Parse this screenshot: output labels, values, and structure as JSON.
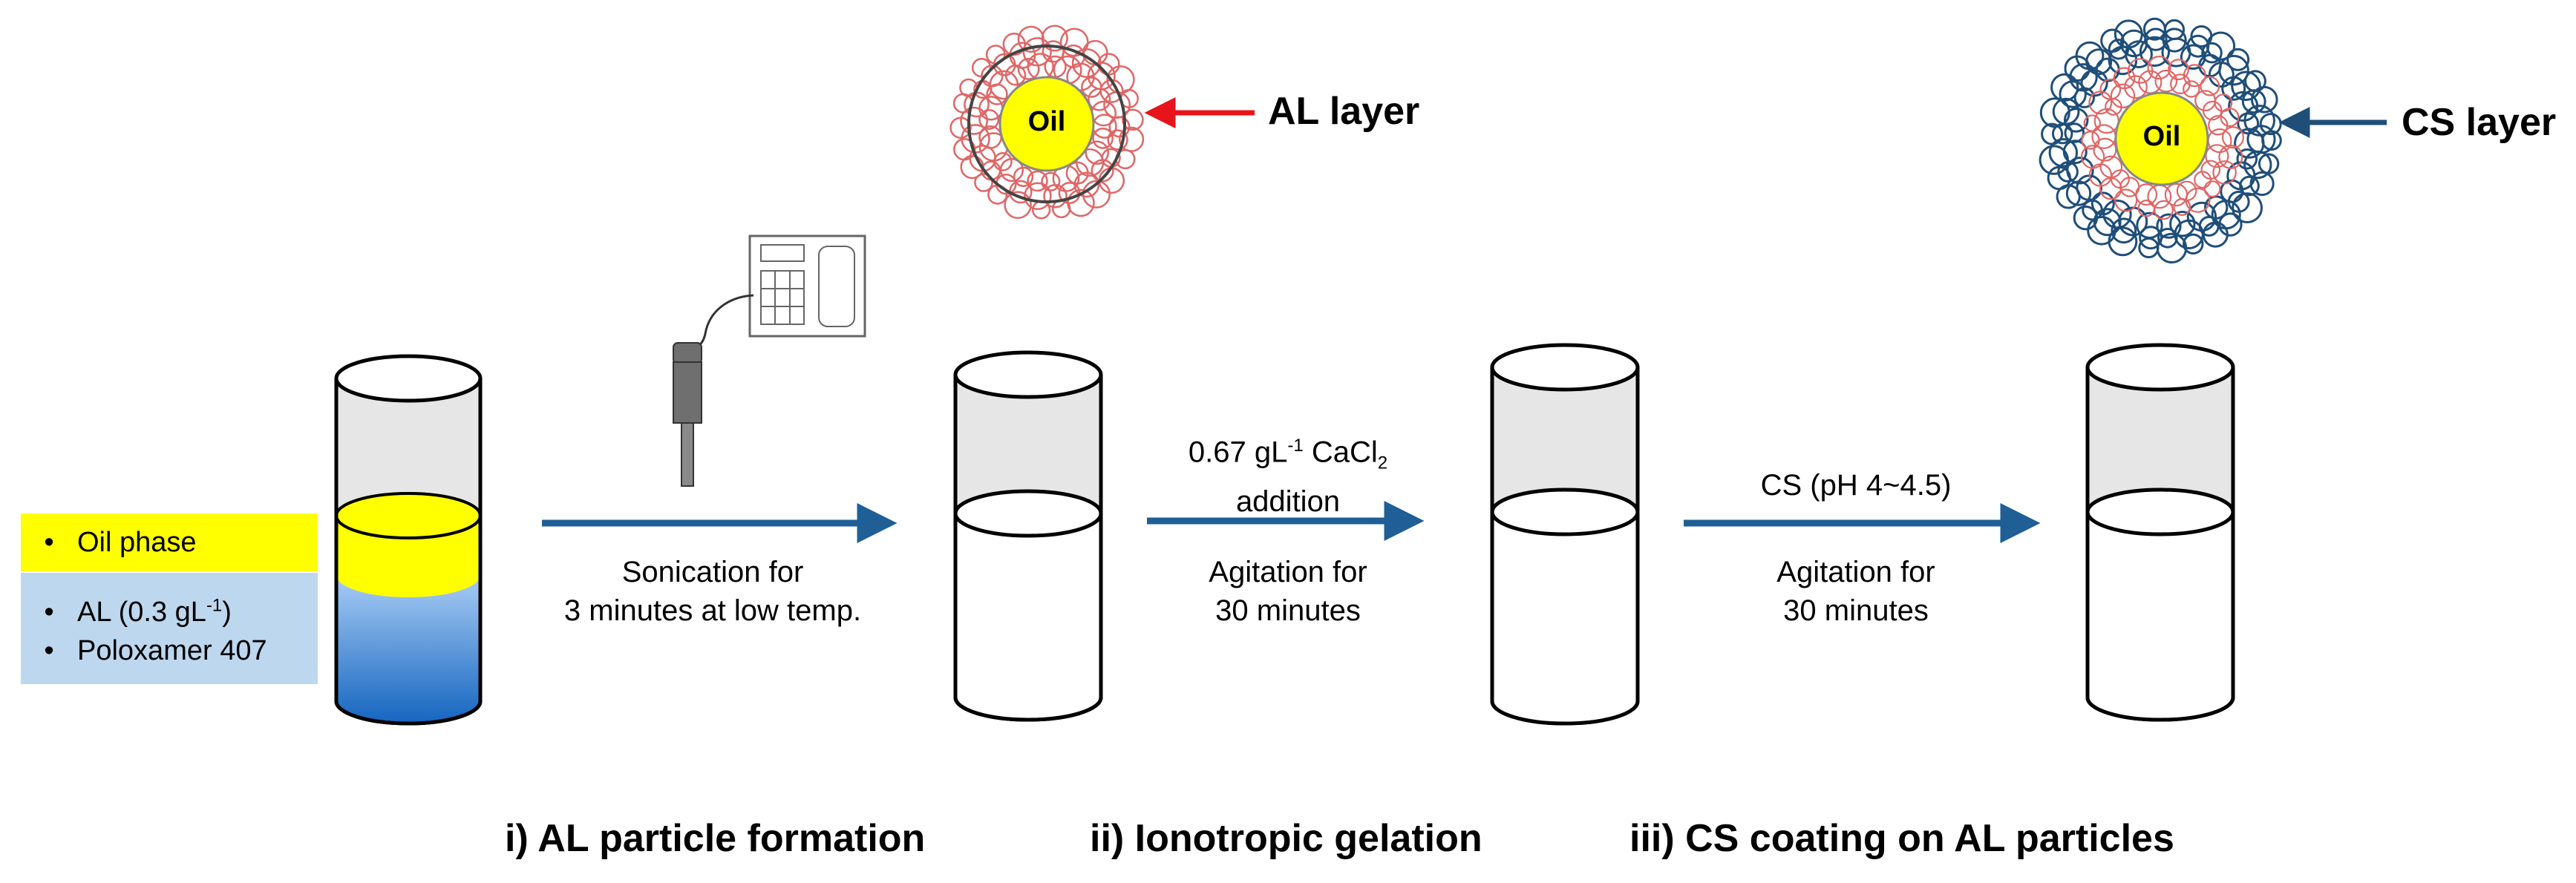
{
  "key": {
    "oil_phase": "Oil phase",
    "al_prefix": "AL (0.3 gL",
    "al_sup": "-1",
    "al_suffix": ")",
    "poloxamer": "Poloxamer 407",
    "colors": {
      "oil": "#ffff00",
      "aqueous": "#bdd7ee"
    }
  },
  "steps": {
    "sonication_line1": "Sonication for",
    "sonication_line2": "3 minutes at low temp.",
    "cacl_prefix": "0.67 gL",
    "cacl_sup": "-1",
    "cacl_mid": " CaCl",
    "cacl_sub": "2",
    "cacl_line2": "addition",
    "agitation1_line1": "Agitation for",
    "agitation1_line2": "30 minutes",
    "cs_condition": "CS (pH 4~4.5)",
    "agitation2_line1": "Agitation for",
    "agitation2_line2": "30 minutes"
  },
  "particles": {
    "al": {
      "core": "Oil",
      "label": "AL layer",
      "arrow_color": "#e8141b",
      "strand_color": "#e06666"
    },
    "cs": {
      "core": "Oil",
      "label": "CS layer",
      "arrow_color": "#1f4e79",
      "strand_color": "#1f4e79"
    }
  },
  "stages": {
    "stage1": "i) AL particle formation",
    "stage2": "ii) Ionotropic gelation",
    "stage3": "iii) CS coating on AL particles"
  },
  "colors": {
    "arrow": "#1f5f96",
    "oil_core": "#ffff00",
    "aqueous_top": "#9dc3f0",
    "aqueous_bottom": "#1f72c8"
  }
}
